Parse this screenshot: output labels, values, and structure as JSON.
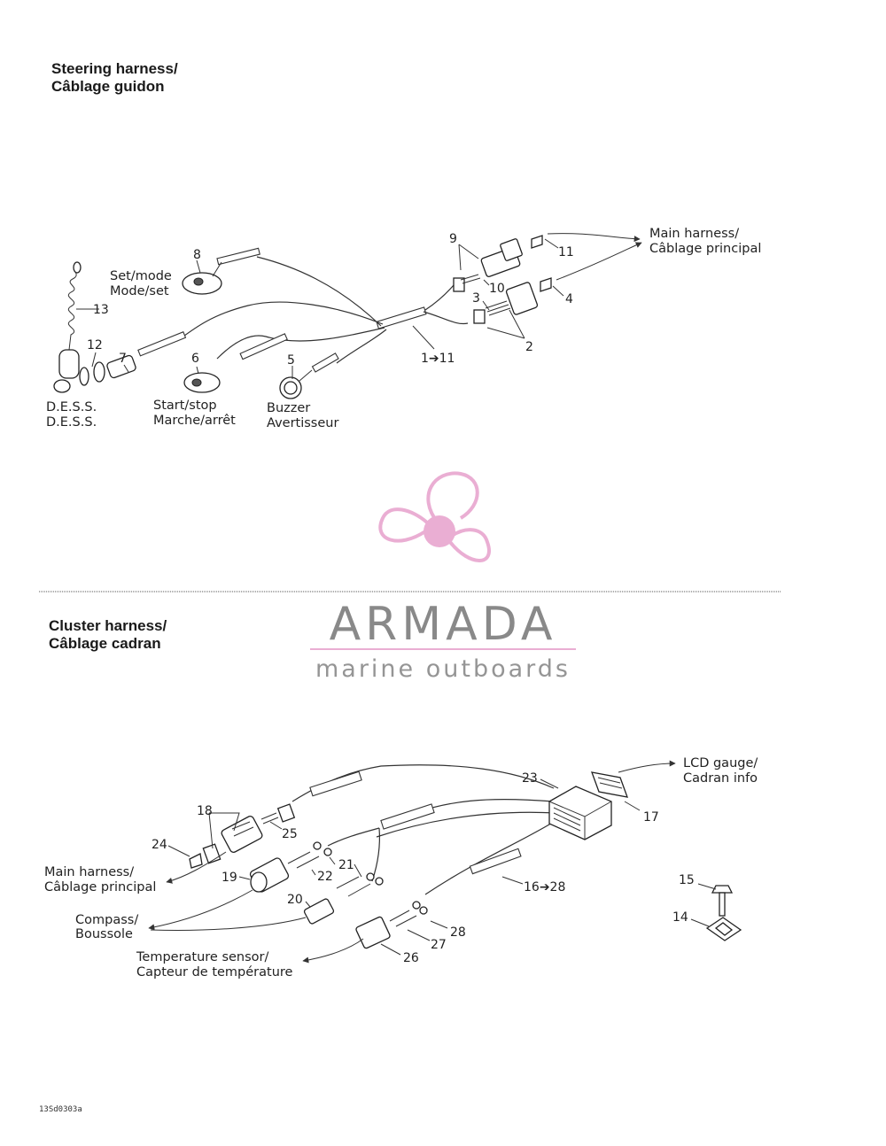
{
  "sections": [
    {
      "id": "steering",
      "title_en": "Steering harness/",
      "title_fr": "Câblage guidon"
    },
    {
      "id": "cluster",
      "title_en": "Cluster harness/",
      "title_fr": "Câblage cadran"
    }
  ],
  "steering_labels": {
    "set_mode": [
      "Set/mode",
      "Mode/set"
    ],
    "dess": [
      "D.E.S.S.",
      "D.E.S.S."
    ],
    "start_stop": [
      "Start/stop",
      "Marche/arrêt"
    ],
    "buzzer": [
      "Buzzer",
      "Avertisseur"
    ],
    "main_harness": [
      "Main harness/",
      "Câblage principal"
    ]
  },
  "steering_callouts": {
    "n1_11": "1➔11",
    "n2": "2",
    "n3": "3",
    "n4": "4",
    "n5": "5",
    "n6": "6",
    "n7": "7",
    "n8": "8",
    "n9": "9",
    "n10": "10",
    "n11": "11",
    "n12": "12",
    "n13": "13"
  },
  "cluster_labels": {
    "lcd_gauge": [
      "LCD gauge/",
      "Cadran info"
    ],
    "main_harness": [
      "Main harness/",
      "Câblage principal"
    ],
    "compass": [
      "Compass/",
      "Boussole"
    ],
    "temperature": [
      "Temperature sensor/",
      "Capteur de température"
    ]
  },
  "cluster_callouts": {
    "n14": "14",
    "n15": "15",
    "n16_28": "16➔28",
    "n17": "17",
    "n18": "18",
    "n19": "19",
    "n20": "20",
    "n21": "21",
    "n22": "22",
    "n23": "23",
    "n24": "24",
    "n25": "25",
    "n26": "26",
    "n27": "27",
    "n28": "28"
  },
  "watermark": {
    "brand": "ARMADA",
    "tagline": "marine outboards",
    "accent_color": "#e8a6cf",
    "text_color": "#7d7d7d"
  },
  "figure_code": "13Sd0303a"
}
